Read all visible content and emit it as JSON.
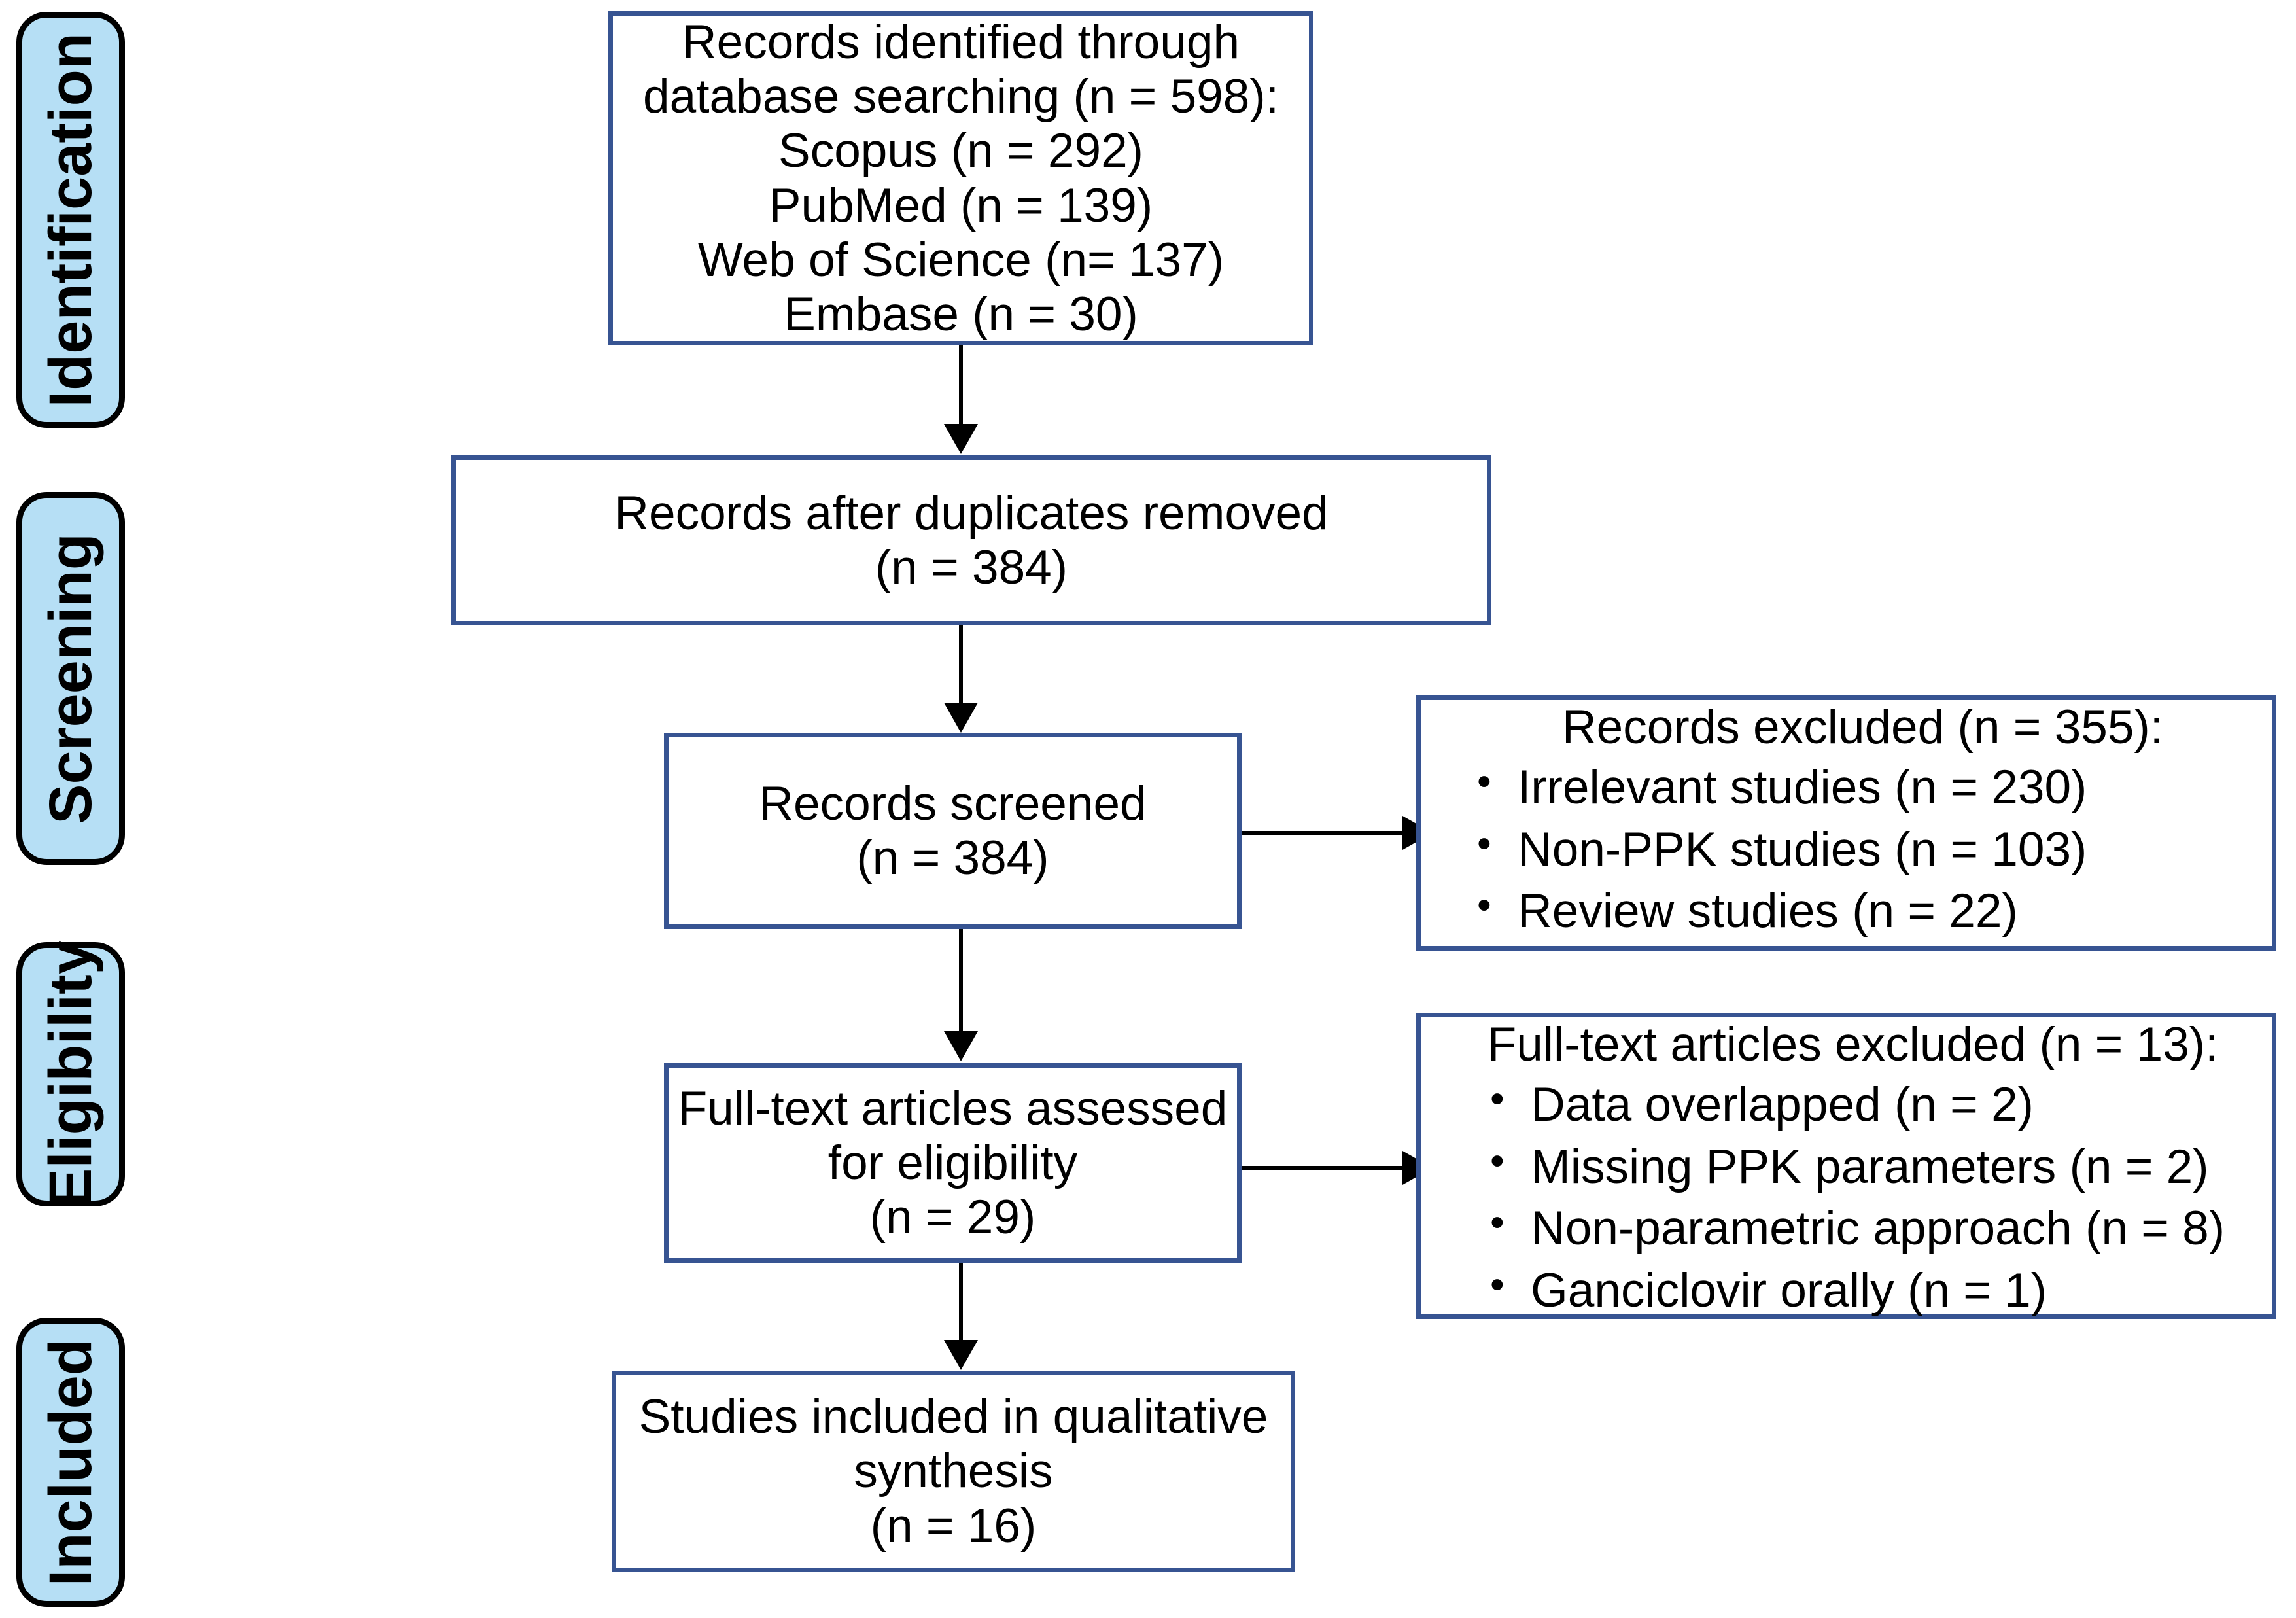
{
  "diagram": {
    "title": "PRISMA flow diagram",
    "colors": {
      "box_border": "#375492",
      "stage_fill": "#b6dff5",
      "stage_border": "#000000",
      "connector": "#000000",
      "background": "#ffffff"
    },
    "stages": [
      {
        "id": "identification",
        "label": "Identification"
      },
      {
        "id": "screening",
        "label": "Screening"
      },
      {
        "id": "eligibility",
        "label": "Eligibility"
      },
      {
        "id": "included",
        "label": "Included"
      }
    ],
    "boxes": {
      "identified": {
        "text": "Records identified through\ndatabase searching (n = 598):\nScopus (n = 292)\nPubMed (n = 139)\nWeb of Science (n= 137)\nEmbase (n = 30)"
      },
      "duplicates_removed": {
        "text": "Records after duplicates removed\n(n = 384)"
      },
      "records_screened": {
        "text": "Records screened\n(n = 384)"
      },
      "records_excluded": {
        "heading": "Records excluded (n = 355):",
        "bullets": [
          "Irrelevant studies (n = 230)",
          "Non-PPK studies (n = 103)",
          "Review studies (n = 22)"
        ]
      },
      "fulltext_assessed": {
        "text": "Full-text articles assessed\nfor eligibility\n(n = 29)"
      },
      "fulltext_excluded": {
        "heading": "Full-text articles excluded (n = 13):",
        "bullets": [
          "Data overlapped (n = 2)",
          "Missing PPK parameters (n = 2)",
          "Non-parametric approach (n = 8)",
          "Ganciclovir orally (n = 1)"
        ]
      },
      "studies_included": {
        "text": "Studies included in qualitative\nsynthesis\n(n = 16)"
      }
    }
  },
  "chart_data": {
    "type": "diagram",
    "title": "PRISMA flow diagram",
    "nodes": [
      {
        "id": "identified",
        "stage": "Identification",
        "label": "Records identified through database searching",
        "n": 598,
        "sources": [
          {
            "name": "Scopus",
            "n": 292
          },
          {
            "name": "PubMed",
            "n": 139
          },
          {
            "name": "Web of Science",
            "n": 137
          },
          {
            "name": "Embase",
            "n": 30
          }
        ]
      },
      {
        "id": "duplicates_removed",
        "stage": "Screening",
        "label": "Records after duplicates removed",
        "n": 384
      },
      {
        "id": "records_screened",
        "stage": "Screening",
        "label": "Records screened",
        "n": 384
      },
      {
        "id": "records_excluded",
        "stage": "Screening",
        "label": "Records excluded",
        "n": 355,
        "reasons": [
          {
            "name": "Irrelevant studies",
            "n": 230
          },
          {
            "name": "Non-PPK studies",
            "n": 103
          },
          {
            "name": "Review studies",
            "n": 22
          }
        ]
      },
      {
        "id": "fulltext_assessed",
        "stage": "Eligibility",
        "label": "Full-text articles assessed for eligibility",
        "n": 29
      },
      {
        "id": "fulltext_excluded",
        "stage": "Eligibility",
        "label": "Full-text articles excluded",
        "n": 13,
        "reasons": [
          {
            "name": "Data overlapped",
            "n": 2
          },
          {
            "name": "Missing PPK parameters",
            "n": 2
          },
          {
            "name": "Non-parametric approach",
            "n": 8
          },
          {
            "name": "Ganciclovir orally",
            "n": 1
          }
        ]
      },
      {
        "id": "studies_included",
        "stage": "Included",
        "label": "Studies included in qualitative synthesis",
        "n": 16
      }
    ],
    "edges": [
      {
        "from": "identified",
        "to": "duplicates_removed",
        "direction": "down"
      },
      {
        "from": "duplicates_removed",
        "to": "records_screened",
        "direction": "down"
      },
      {
        "from": "records_screened",
        "to": "records_excluded",
        "direction": "right"
      },
      {
        "from": "records_screened",
        "to": "fulltext_assessed",
        "direction": "down"
      },
      {
        "from": "fulltext_assessed",
        "to": "fulltext_excluded",
        "direction": "right"
      },
      {
        "from": "fulltext_assessed",
        "to": "studies_included",
        "direction": "down"
      }
    ]
  }
}
